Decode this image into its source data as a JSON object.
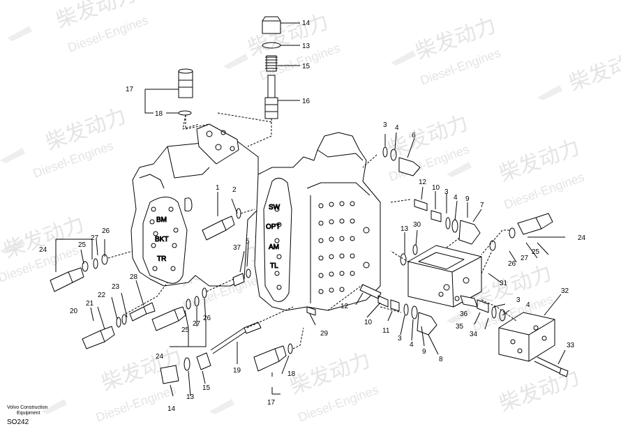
{
  "watermark": {
    "brand_cn": "柴发动力",
    "brand_en": "Diesel-Engines"
  },
  "stamp": {
    "line1": "Volvo Construction",
    "line2": "Equipment",
    "code": "SO242"
  },
  "port_labels": [
    "BM",
    "BKT",
    "TR",
    "SW",
    "OPT",
    "AM",
    "TL"
  ],
  "callouts": [
    "1",
    "2",
    "3",
    "4",
    "5",
    "6",
    "7",
    "8",
    "9",
    "10",
    "11",
    "12",
    "13",
    "14",
    "15",
    "16",
    "17",
    "18",
    "19",
    "20",
    "21",
    "22",
    "23",
    "24",
    "25",
    "26",
    "27",
    "28",
    "29",
    "30",
    "31",
    "32",
    "33",
    "34",
    "35",
    "36",
    "37"
  ]
}
